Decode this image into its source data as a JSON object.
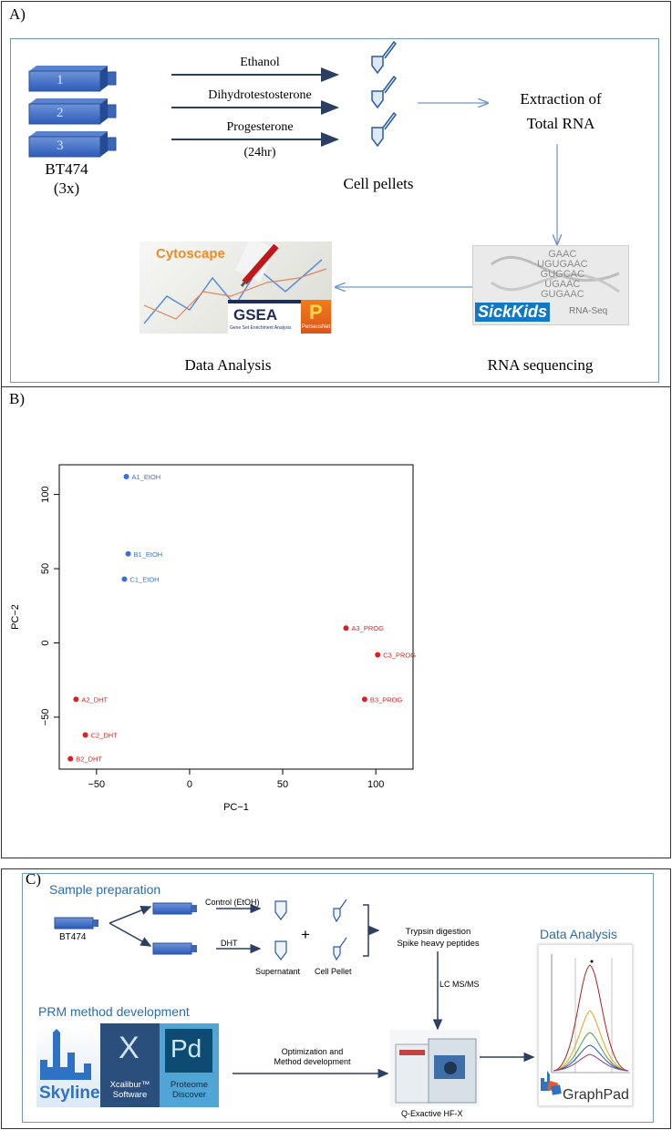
{
  "panel_a": {
    "label": "A)",
    "flasks": [
      "1",
      "2",
      "3"
    ],
    "cell_line": "BT474",
    "replicates": "(3x)",
    "treatments": [
      "Ethanol",
      "Dihydrotestosterone",
      "Progesterone"
    ],
    "duration": "(24hr)",
    "pellets_label": "Cell pellets",
    "extraction_line1": "Extraction of",
    "extraction_line2": "Total RNA",
    "rna_seq_label": "RNA sequencing",
    "data_analysis_label": "Data Analysis",
    "logos": {
      "cytoscape": "Cytoscape",
      "gsea": "GSEA",
      "gsea_sub": "Gene Set Enrichment Analysis",
      "perseus": "PerseusNet",
      "sickkids": "SickKids",
      "rnaseq": "RNA-Seq",
      "seq_text": [
        "GAAC",
        "UGUGAAC",
        "GUGCAC",
        "UGAAC",
        "GUGAAC"
      ]
    }
  },
  "panel_b": {
    "label": "B)",
    "chart_data": {
      "type": "scatter",
      "xlabel": "PC−1",
      "ylabel": "PC−2",
      "xlim": [
        -70,
        120
      ],
      "ylim": [
        -85,
        120
      ],
      "xticks": [
        -50,
        0,
        50,
        100
      ],
      "yticks": [
        -50,
        0,
        50,
        100
      ],
      "points": [
        {
          "label": "A1_EtOH",
          "x": -34,
          "y": 112,
          "color": "#3a6fdc"
        },
        {
          "label": "B1_EtOH",
          "x": -33,
          "y": 60,
          "color": "#3a6fdc"
        },
        {
          "label": "C1_EtOH",
          "x": -35,
          "y": 43,
          "color": "#3a6fdc"
        },
        {
          "label": "A3_PROG",
          "x": 84,
          "y": 10,
          "color": "#e01e1e"
        },
        {
          "label": "C3_PROG",
          "x": 101,
          "y": -8,
          "color": "#e01e1e"
        },
        {
          "label": "B3_PROG",
          "x": 94,
          "y": -38,
          "color": "#e01e1e"
        },
        {
          "label": "A2_DHT",
          "x": -61,
          "y": -38,
          "color": "#e01e1e"
        },
        {
          "label": "C2_DHT",
          "x": -56,
          "y": -62,
          "color": "#e01e1e"
        },
        {
          "label": "B2_DHT",
          "x": -64,
          "y": -78,
          "color": "#e01e1e"
        }
      ]
    }
  },
  "panel_c": {
    "label": "C)",
    "sample_prep_title": "Sample preparation",
    "cell_line": "BT474",
    "control_label": "Control (EtOH)",
    "dht_label": "DHT",
    "plus": "+",
    "supernatant": "Supernatant",
    "cell_pellet": "Cell Pellet",
    "digestion_line1": "Trypsin digestion",
    "digestion_line2": "Spike heavy peptides",
    "lcms": "LC MS/MS",
    "instrument": "Q-Exactive HF-X",
    "data_analysis_title": "Data Analysis",
    "prm_title": "PRM method development",
    "optimization_line1": "Optimization and",
    "optimization_line2": "Method development",
    "logos": {
      "skyline": "Skyline",
      "xcalibur_letter": "X",
      "xcalibur_line1": "Xcalibur™",
      "xcalibur_line2": "Software",
      "pd_letters": "Pd",
      "pd_line1": "Proteome",
      "pd_line2": "Discover",
      "graphpad": "GraphPad"
    }
  }
}
